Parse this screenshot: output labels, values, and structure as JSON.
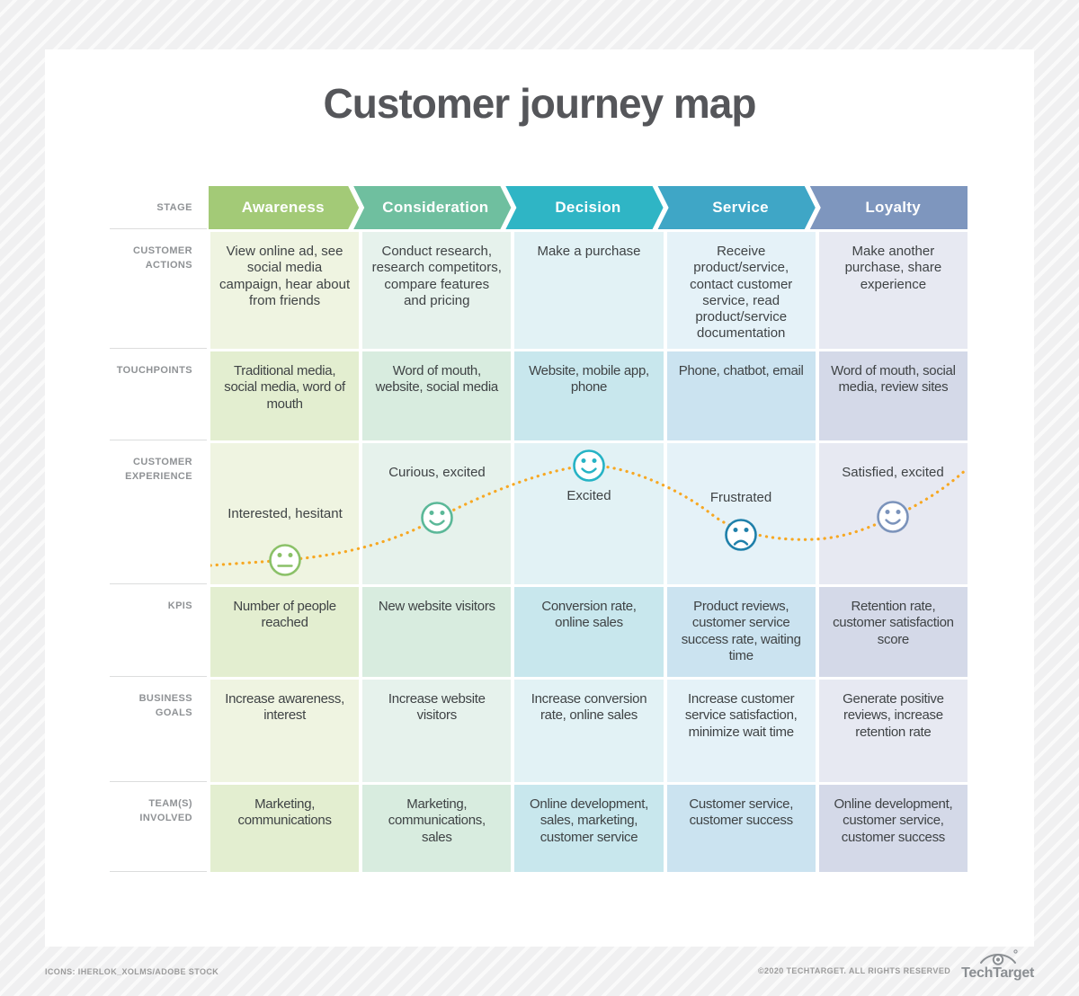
{
  "title": "Customer journey map",
  "stage_label": "STAGE",
  "stages": [
    {
      "name": "Awareness",
      "color": "#a3ca77",
      "tint_light": "#eff4e1",
      "tint_medium": "#e3eed0",
      "face_color": "#8bc168"
    },
    {
      "name": "Consideration",
      "color": "#6fbf9f",
      "tint_light": "#e6f2ec",
      "tint_medium": "#d8ecdf",
      "face_color": "#5bb898"
    },
    {
      "name": "Decision",
      "color": "#2fb5c5",
      "tint_light": "#e2f2f5",
      "tint_medium": "#c8e7ed",
      "face_color": "#26b3c5"
    },
    {
      "name": "Service",
      "color": "#3fa6c6",
      "tint_light": "#e5f2f8",
      "tint_medium": "#cbe3f0",
      "face_color": "#1f80aa"
    },
    {
      "name": "Loyalty",
      "color": "#7e96be",
      "tint_light": "#e7e9f2",
      "tint_medium": "#d4d9e8",
      "face_color": "#7b93bb"
    }
  ],
  "rows": [
    {
      "label": "CUSTOMER ACTIONS",
      "shade": "light",
      "cells": [
        "View online ad, see social media campaign, hear about from friends",
        "Conduct research, research competitors, compare features and pricing",
        "Make a purchase",
        "Receive product/service, contact customer service, read product/service documentation",
        "Make another purchase, share experience"
      ]
    },
    {
      "label": "TOUCHPOINTS",
      "shade": "medium",
      "cells": [
        "Traditional media, social media, word of mouth",
        "Word of mouth, website, social media",
        "Website, mobile app, phone",
        "Phone, chatbot, email",
        "Word of mouth, social media, review sites"
      ]
    },
    {
      "label": "CUSTOMER EXPERIENCE",
      "shade": "light",
      "type": "experience",
      "cells": [
        "",
        "",
        "",
        "",
        ""
      ]
    },
    {
      "label": "KPIS",
      "shade": "medium",
      "cells": [
        "Number of people reached",
        "New website visitors",
        "Conversion rate, online sales",
        "Product reviews, customer service success rate, waiting time",
        "Retention rate, customer satisfaction score"
      ]
    },
    {
      "label": "BUSINESS GOALS",
      "shade": "light",
      "cells": [
        "Increase awareness, interest",
        "Increase website visitors",
        "Increase conversion rate, online sales",
        "Increase customer service satisfaction, minimize wait time",
        "Generate positive reviews, increase retention rate"
      ]
    },
    {
      "label": "TEAM(S) INVOLVED",
      "shade": "medium",
      "cells": [
        "Marketing, communications",
        "Marketing, communications, sales",
        "Online development, sales, marketing, customer service",
        "Customer service, customer success",
        "Online development, customer service, customer success"
      ]
    }
  ],
  "experience_points": [
    {
      "stage": "Awareness",
      "label": "Interested, hesitant",
      "mood": "neutral"
    },
    {
      "stage": "Consideration",
      "label": "Curious, excited",
      "mood": "happy"
    },
    {
      "stage": "Decision",
      "label": "Excited",
      "mood": "happy"
    },
    {
      "stage": "Service",
      "label": "Frustrated",
      "mood": "sad"
    },
    {
      "stage": "Loyalty",
      "label": "Satisfied, excited",
      "mood": "happy"
    }
  ],
  "curve_color": "#f7a823",
  "footer": {
    "credit": "ICONS: IHERLOK_XOLMS/ADOBE STOCK",
    "copyright": "©2020 TECHTARGET. ALL RIGHTS RESERVED",
    "brand": "TechTarget"
  }
}
